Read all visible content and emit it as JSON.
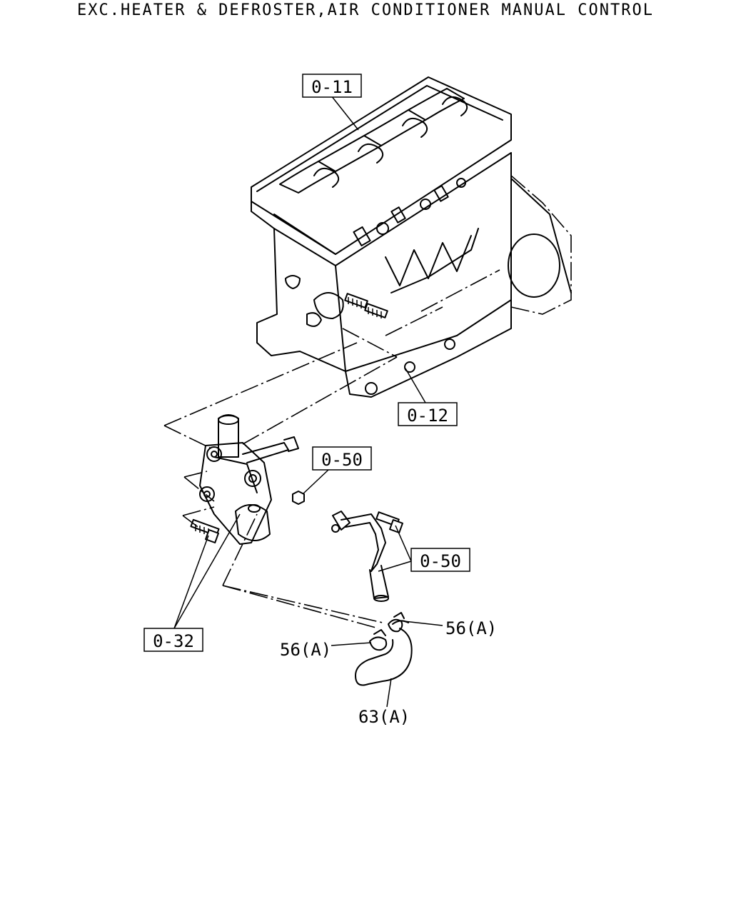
{
  "title": "EXC.HEATER & DEFROSTER,AIR CONDITIONER MANUAL CONTROL",
  "callouts": {
    "c011": "0-11",
    "c012": "0-12",
    "c050a": "0-50",
    "c050b": "0-50",
    "c032": "0-32"
  },
  "labels": {
    "l56a_right": "56(A)",
    "l56a_left": "56(A)",
    "l63a": "63(A)"
  }
}
